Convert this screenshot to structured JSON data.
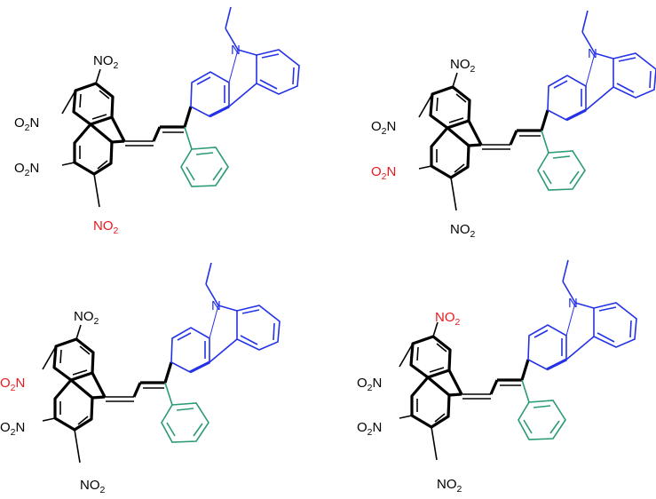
{
  "colors": {
    "default": "#000000",
    "highlight": "#e8191f",
    "carbazole": "#2432e6",
    "phenyl": "#2a9b72"
  },
  "labels": {
    "nitro_main": "NO",
    "nitro_prefix": "O",
    "sub": "2",
    "nitrogen": "N"
  },
  "molecules": [
    {
      "id": "top-left",
      "highlighted_nitro": "bottom-right"
    },
    {
      "id": "top-right",
      "highlighted_nitro": "bottom-left"
    },
    {
      "id": "bottom-left",
      "highlighted_nitro": "top-left"
    },
    {
      "id": "bottom-right",
      "highlighted_nitro": "top-right"
    }
  ]
}
